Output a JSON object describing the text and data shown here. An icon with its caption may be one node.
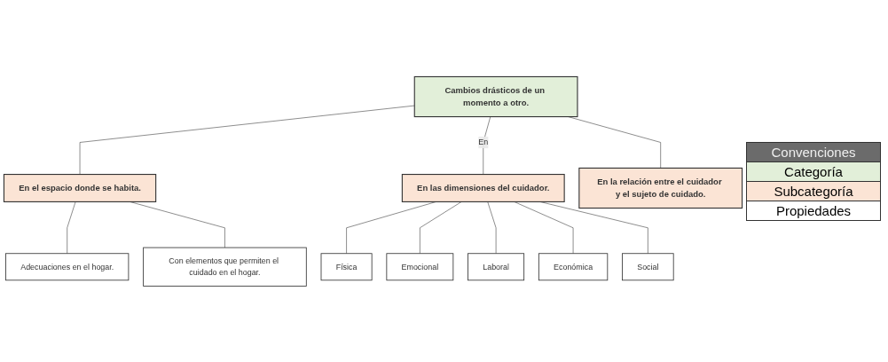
{
  "diagram": {
    "nodes": [
      {
        "text": [
          "Cambios drásticos de un momento a otro."
        ]
      },
      {
        "text": [
          "En el espacio donde se habita."
        ]
      },
      {
        "text": [
          "Adecuaciones en el hogar."
        ]
      },
      {
        "text": [
          "Con elementos que permiten el cuidado en el hogar."
        ]
      },
      {
        "text": [
          "En las dimensiones del cuidador."
        ]
      },
      {
        "text": [
          "Física"
        ]
      },
      {
        "text": [
          "Emocional"
        ]
      },
      {
        "text": [
          "Laboral"
        ]
      },
      {
        "text": [
          "Económica"
        ]
      },
      {
        "text": [
          "Social"
        ]
      },
      {
        "text": [
          "En la relación entre el cuidador y el sujeto de cuidado."
        ]
      }
    ],
    "edges": [
      {
        "from": 0,
        "to": 1,
        "arrow": "none"
      },
      {
        "from": 0,
        "to": 4,
        "arrow": "none",
        "label": "En"
      },
      {
        "from": 0,
        "to": 10,
        "arrow": "none"
      },
      {
        "from": 1,
        "to": 2,
        "arrow": "none"
      },
      {
        "from": 1,
        "to": 3,
        "arrow": "none"
      },
      {
        "from": 4,
        "to": 5,
        "arrow": "none"
      },
      {
        "from": 4,
        "to": 6,
        "arrow": "none"
      },
      {
        "from": 4,
        "to": 7,
        "arrow": "none"
      },
      {
        "from": 4,
        "to": 8,
        "arrow": "none"
      },
      {
        "from": 4,
        "to": 9,
        "arrow": "none"
      }
    ],
    "labels": [
      "Convenciones"
    ],
    "legend": [
      {
        "text": "Categoría",
        "color": "#e2efd9"
      },
      {
        "text": "Subcategoría",
        "color": "#fbe4d5"
      },
      {
        "text": "Propiedades",
        "color": "#ffffff"
      }
    ]
  }
}
